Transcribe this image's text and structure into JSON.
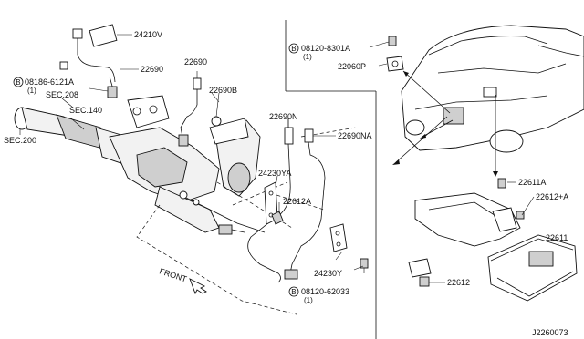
{
  "diagram": {
    "labels": {
      "p24210V": "24210V",
      "p22690_top": "22690",
      "bolt_08186": "08186-6121A",
      "bolt_08186_qty": "(1)",
      "sec208": "SEC.208",
      "sec140": "SEC.140",
      "sec200": "SEC.200",
      "p22690_mid": "22690",
      "p22690B": "22690B",
      "p22690N": "22690N",
      "p22690NA": "22690NA",
      "p24230YA": "24230YA",
      "p22612A": "22612A",
      "p24230Y": "24230Y",
      "bolt_08120_62033": "08120-62033",
      "bolt_08120_62033_qty": "(1)",
      "front": "FRONT",
      "bolt_08120_8301A": "08120-8301A",
      "bolt_08120_8301A_qty": "(1)",
      "p22060P": "22060P",
      "p22611A": "22611A",
      "p22612pA": "22612+A",
      "p22611": "22611",
      "p22612": "22612",
      "diagram_code": "J2260073",
      "circle_b": "B"
    }
  }
}
